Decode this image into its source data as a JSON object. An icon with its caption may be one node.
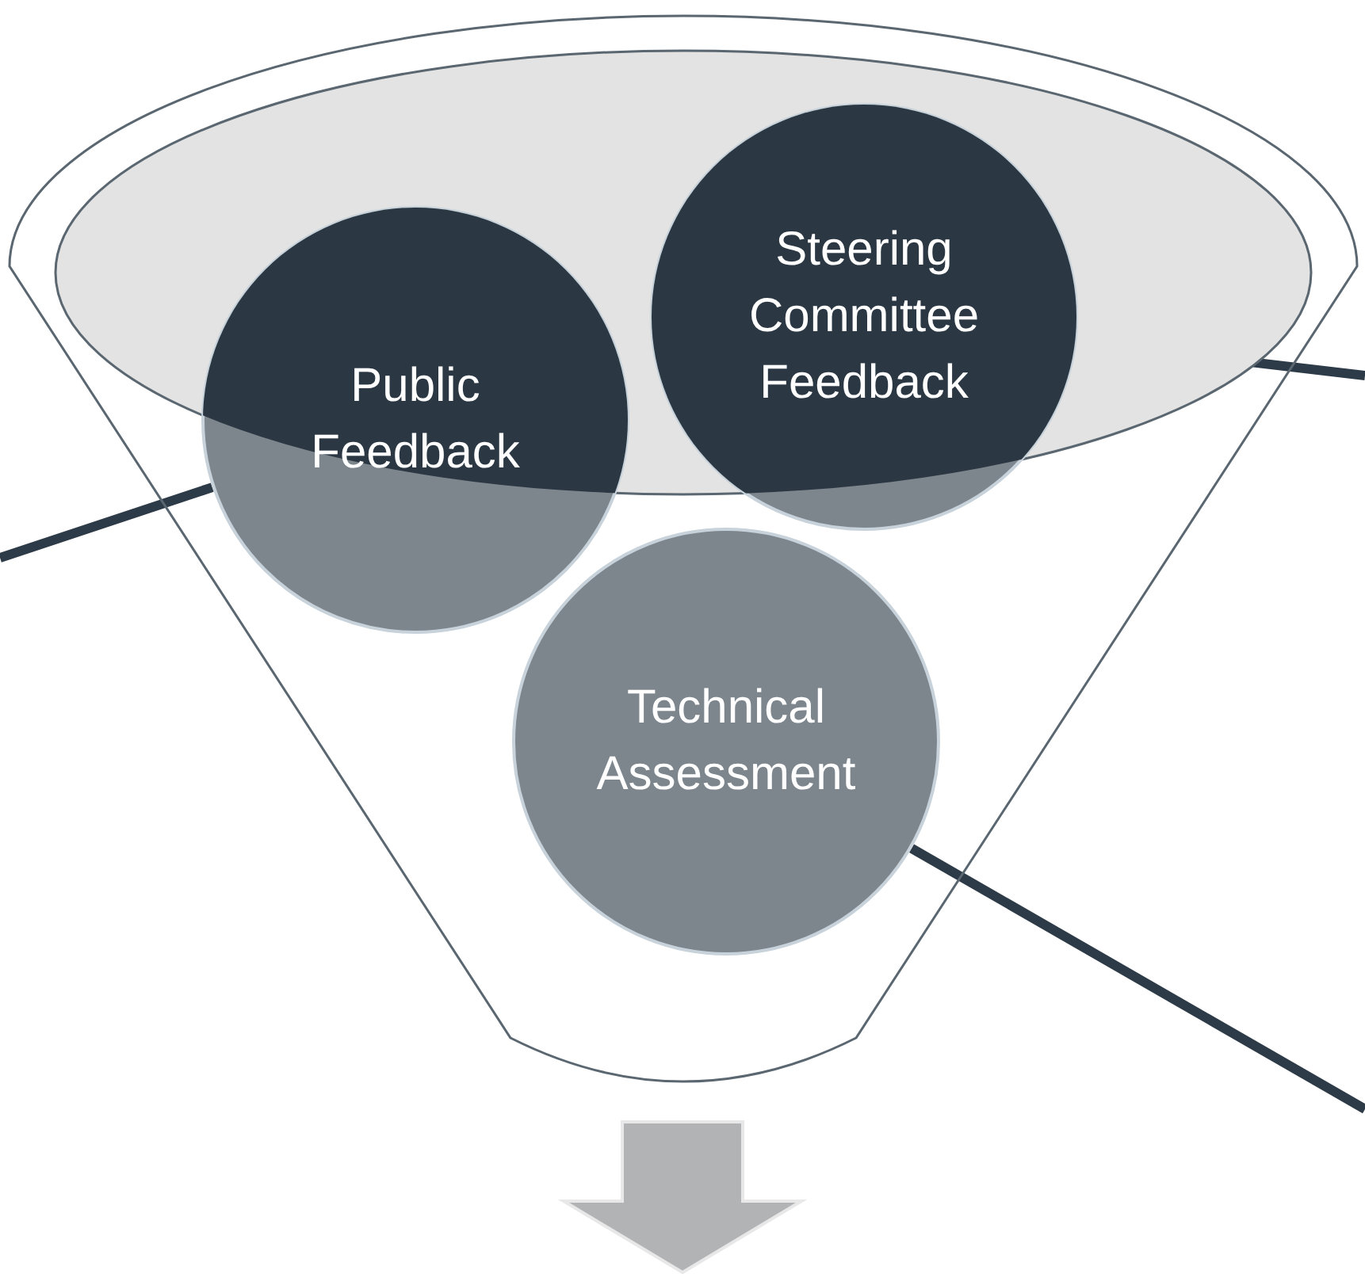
{
  "diagram": {
    "nodes": [
      {
        "text": [],
        "shape": "funnel"
      },
      {
        "text": [
          "Public Feedback"
        ],
        "in": 0
      },
      {
        "text": [
          "Steering Committee Feedback"
        ],
        "in": 0
      },
      {
        "text": [
          "Technical Assessment"
        ],
        "in": 0
      }
    ],
    "edges": [
      {
        "from": 1,
        "to": null,
        "arrow": "none"
      },
      {
        "from": 2,
        "to": null,
        "arrow": "none"
      },
      {
        "from": 3,
        "to": null,
        "arrow": "none"
      },
      {
        "from": 0,
        "to": null,
        "arrow": "to",
        "style": "thick"
      }
    ]
  }
}
